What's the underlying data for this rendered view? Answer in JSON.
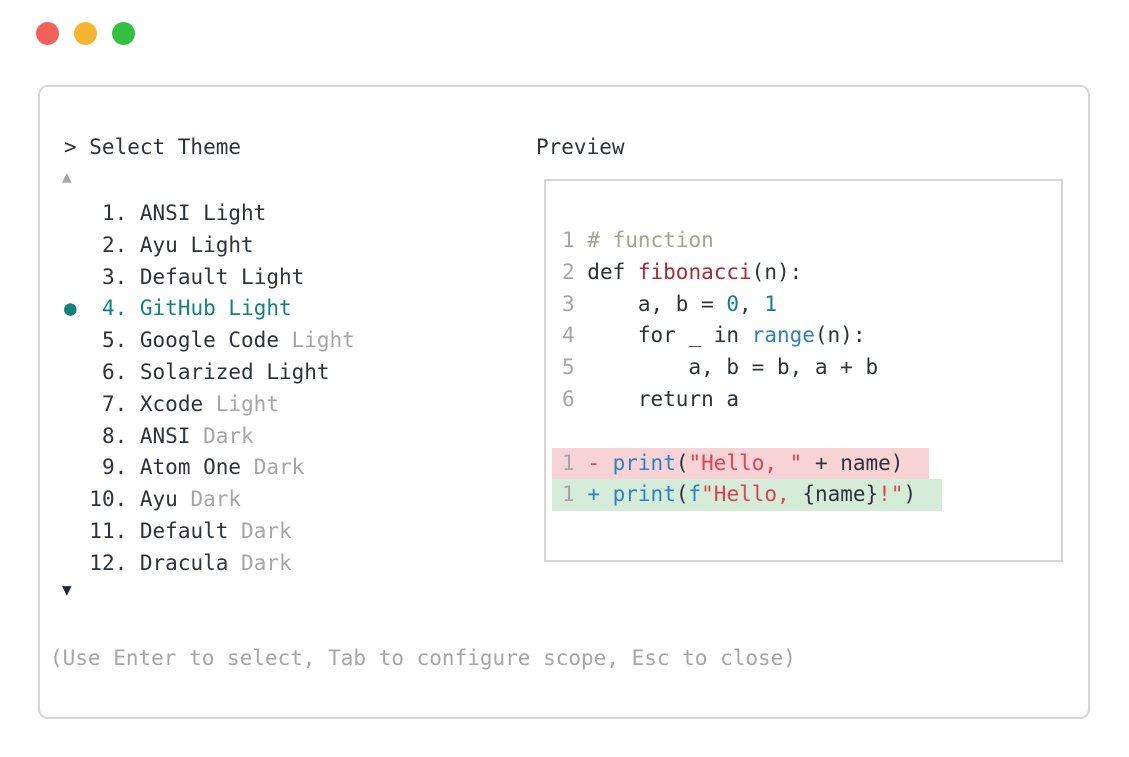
{
  "window": {
    "prompt": "> Select Theme",
    "preview_label": "Preview",
    "help_text": "(Use Enter to select, Tab to configure scope, Esc to close)",
    "scroll_up_icon": "▲",
    "scroll_down_icon": "▼",
    "selected_bullet": "●"
  },
  "themes": [
    {
      "number": "1",
      "name": "ANSI",
      "variant": "Light",
      "variant_muted": false,
      "selected": false
    },
    {
      "number": "2",
      "name": "Ayu",
      "variant": "Light",
      "variant_muted": false,
      "selected": false
    },
    {
      "number": "3",
      "name": "Default",
      "variant": "Light",
      "variant_muted": false,
      "selected": false
    },
    {
      "number": "4",
      "name": "GitHub",
      "variant": "Light",
      "variant_muted": false,
      "selected": true
    },
    {
      "number": "5",
      "name": "Google Code",
      "variant": "Light",
      "variant_muted": true,
      "selected": false
    },
    {
      "number": "6",
      "name": "Solarized",
      "variant": "Light",
      "variant_muted": false,
      "selected": false
    },
    {
      "number": "7",
      "name": "Xcode",
      "variant": "Light",
      "variant_muted": true,
      "selected": false
    },
    {
      "number": "8",
      "name": "ANSI",
      "variant": "Dark",
      "variant_muted": true,
      "selected": false
    },
    {
      "number": "9",
      "name": "Atom One",
      "variant": "Dark",
      "variant_muted": true,
      "selected": false
    },
    {
      "number": "10",
      "name": "Ayu",
      "variant": "Dark",
      "variant_muted": true,
      "selected": false
    },
    {
      "number": "11",
      "name": "Default",
      "variant": "Dark",
      "variant_muted": true,
      "selected": false
    },
    {
      "number": "12",
      "name": "Dracula",
      "variant": "Dark",
      "variant_muted": true,
      "selected": false
    }
  ],
  "preview_code": {
    "lines": [
      {
        "seg": [
          {
            "t": "1",
            "c": "ln"
          },
          {
            "t": " ",
            "c": "plain"
          },
          {
            "t": "# function",
            "c": "com"
          }
        ]
      },
      {
        "seg": [
          {
            "t": "2",
            "c": "ln"
          },
          {
            "t": " def ",
            "c": "plain"
          },
          {
            "t": "fibonacci",
            "c": "fn"
          },
          {
            "t": "(n):",
            "c": "plain"
          }
        ]
      },
      {
        "seg": [
          {
            "t": "3",
            "c": "ln"
          },
          {
            "t": "     a, b = ",
            "c": "plain"
          },
          {
            "t": "0",
            "c": "num"
          },
          {
            "t": ", ",
            "c": "plain"
          },
          {
            "t": "1",
            "c": "num"
          }
        ]
      },
      {
        "seg": [
          {
            "t": "4",
            "c": "ln"
          },
          {
            "t": "     for _ in ",
            "c": "plain"
          },
          {
            "t": "range",
            "c": "blue"
          },
          {
            "t": "(n):",
            "c": "plain"
          }
        ]
      },
      {
        "seg": [
          {
            "t": "5",
            "c": "ln"
          },
          {
            "t": "         a, b = b, a + b",
            "c": "plain"
          }
        ]
      },
      {
        "seg": [
          {
            "t": "6",
            "c": "ln"
          },
          {
            "t": "     return a",
            "c": "plain"
          }
        ]
      },
      {
        "seg": []
      },
      {
        "hl": "del",
        "seg": [
          {
            "t": "1",
            "c": "ln"
          },
          {
            "t": " ",
            "c": "plain"
          },
          {
            "t": "-",
            "c": "minus"
          },
          {
            "t": " ",
            "c": "plain"
          },
          {
            "t": "print",
            "c": "blue"
          },
          {
            "t": "(",
            "c": "plain"
          },
          {
            "t": "\"Hello, \"",
            "c": "str"
          },
          {
            "t": " + name)",
            "c": "plain"
          }
        ]
      },
      {
        "hl": "add",
        "seg": [
          {
            "t": "1",
            "c": "ln"
          },
          {
            "t": " ",
            "c": "plain"
          },
          {
            "t": "+",
            "c": "plus"
          },
          {
            "t": " ",
            "c": "plain"
          },
          {
            "t": "print",
            "c": "blue"
          },
          {
            "t": "(",
            "c": "plain"
          },
          {
            "t": "f",
            "c": "blue"
          },
          {
            "t": "\"Hello, ",
            "c": "str"
          },
          {
            "t": "{name}",
            "c": "plain"
          },
          {
            "t": "!\"",
            "c": "str"
          },
          {
            "t": ")",
            "c": "plain"
          }
        ]
      }
    ]
  },
  "colors": {
    "traffic_red": "#f2625a",
    "traffic_yellow": "#f5b52e",
    "traffic_green": "#33bf3f",
    "text_dark": "#2d333a",
    "text_muted": "#a6a6a6",
    "border": "#d6d6d6",
    "selected_teal": "#128080",
    "comment": "#a2a593",
    "function_red": "#a82d33",
    "number_teal": "#12808a",
    "keyword_blue": "#2e81c4",
    "string_red": "#e23f54",
    "diff_del_bg": "#f8d3d5",
    "diff_add_bg": "#d5ecd9"
  }
}
